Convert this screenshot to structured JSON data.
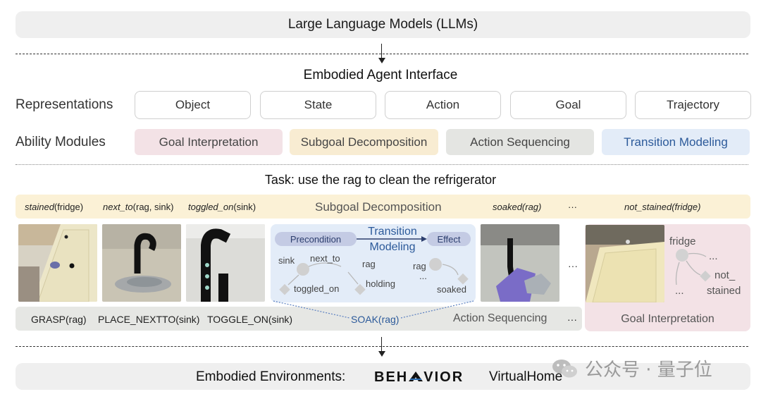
{
  "llm_title": "Large Language Models (LLMs)",
  "interface_title": "Embodied Agent Interface",
  "representations": {
    "label": "Representations",
    "items": [
      "Object",
      "State",
      "Action",
      "Goal",
      "Trajectory"
    ]
  },
  "ability_modules": {
    "label": "Ability Modules",
    "items": [
      {
        "label": "Goal Interpretation",
        "bg": "#f3e2e6"
      },
      {
        "label": "Subgoal Decomposition",
        "bg": "#f8ecd2"
      },
      {
        "label": "Action Sequencing",
        "bg": "#e4e5e2"
      },
      {
        "label": "Transition Modeling",
        "bg": "#e3ecf8"
      }
    ]
  },
  "task_title": "Task: use the rag to clean the refrigerator",
  "subgoal_strip": {
    "item1_pred": "stained",
    "item1_args": "(fridge)",
    "item2_pred": "next_to",
    "item2_args": "(rag, sink)",
    "item3_pred": "toggled_on",
    "item3_args": "(sink)",
    "center_label": "Subgoal Decomposition",
    "item4": "soaked(rag)",
    "ellipsis": "···",
    "item5": "not_stained(fridge)"
  },
  "transition": {
    "precondition": "Precondition",
    "title_line1": "Transition",
    "title_line2": "Modeling",
    "effect": "Effect",
    "node_sink": "sink",
    "edge_next_to": "next_to",
    "node_rag": "rag",
    "node_toggled_on": "toggled_on",
    "node_holding": "holding",
    "node_rag2": "rag",
    "node_dots": "...",
    "node_soaked": "soaked"
  },
  "images_ellipsis": "···",
  "goal_interp_panel": {
    "fridge": "fridge",
    "dots1": "...",
    "not_line1": "not_",
    "not_line2": "stained",
    "dots2": "...",
    "label": "Goal Interpretation"
  },
  "action_strip": {
    "items": [
      "GRASP(rag)",
      "PLACE_NEXTTO(sink)",
      "TOGGLE_ON(sink)"
    ],
    "soak": "SOAK(rag)",
    "label": "Action Sequencing",
    "ellipsis": "···"
  },
  "environments": {
    "label": "Embodied Environments:",
    "behavior": "BEH",
    "behavior_tail": "VIOR",
    "virtualhome": "VirtualHome"
  },
  "watermark": "公众号 · 量子位",
  "colors": {
    "goal_interp": "#f3e2e6",
    "subgoal": "#f8ecd2",
    "action_seq": "#e4e5e2",
    "transition": "#e3ecf8",
    "transition_text": "#2c5a9a"
  }
}
